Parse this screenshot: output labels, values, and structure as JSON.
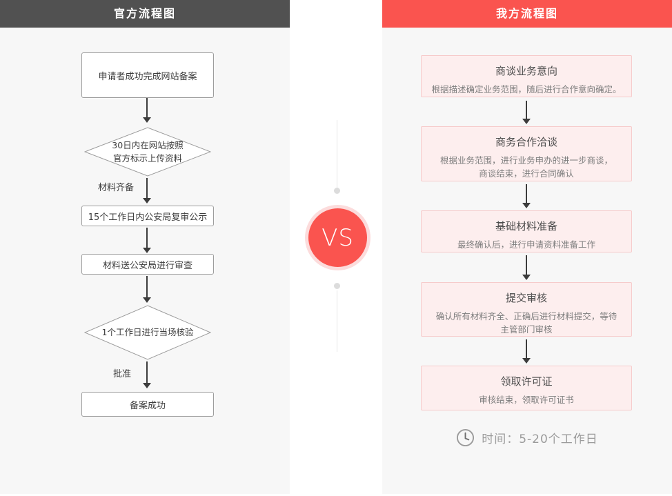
{
  "left": {
    "header": "官方流程图",
    "box1": "申请者成功完成网站备案",
    "diamond1": "30日内在网站按照\n官方标示上传资料",
    "label1": "材料齐备",
    "box2": "15个工作日内公安局复审公示",
    "box3": "材料送公安局进行审查",
    "diamond2": "1个工作日进行当场核验",
    "label2": "批准",
    "box4": "备案成功"
  },
  "vs": "VS",
  "right": {
    "header": "我方流程图",
    "steps": [
      {
        "title": "商谈业务意向",
        "desc": "根据描述确定业务范围，随后进行合作意向确定。"
      },
      {
        "title": "商务合作洽谈",
        "desc": "根据业务范围，进行业务申办的进一步商谈，\n商谈结束，进行合同确认"
      },
      {
        "title": "基础材料准备",
        "desc": "最终确认后，进行申请资料准备工作"
      },
      {
        "title": "提交审核",
        "desc": "确认所有材料齐全、正确后进行材料提交，等待\n主管部门审核"
      },
      {
        "title": "领取许可证",
        "desc": "审核结束，领取许可证书"
      }
    ],
    "footer_icon": "clock-icon",
    "footer_text": "时间：5-20个工作日"
  },
  "colors": {
    "accent_red": "#fa544f",
    "header_dark": "#515151",
    "card_pink_bg": "#fdeeee",
    "card_pink_border": "#f6cbcb",
    "vs_ring_pink": "#fcdcdc",
    "panel_gray": "#f7f7f7",
    "arrow_dark": "#3c3c3c"
  }
}
